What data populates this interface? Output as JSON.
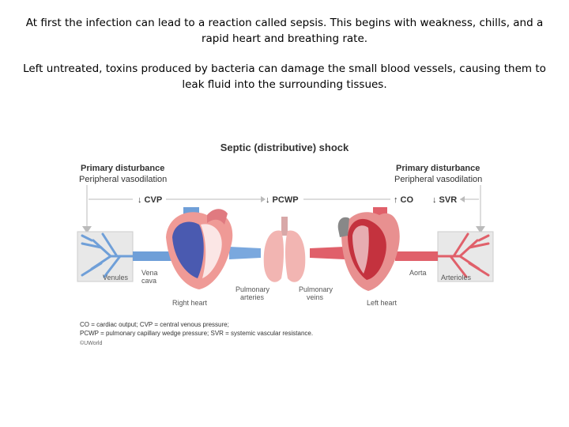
{
  "text": {
    "paragraph1": "At first the infection can lead to a reaction called sepsis. This begins with weakness, chills, and a rapid heart and breathing rate.",
    "paragraph2": "Left untreated, toxins produced by bacteria can damage the small blood vessels, causing them to leak fluid into the surrounding tissues."
  },
  "figure": {
    "title": "Septic (distributive) shock",
    "left_primary_heading": "Primary disturbance",
    "left_primary_value": "Peripheral vasodilation",
    "right_primary_heading": "Primary disturbance",
    "right_primary_value": "Peripheral vasodilation",
    "cvp": "↓ CVP",
    "pcwp": "↓ PCWP",
    "co": "↑ CO",
    "svr": "↓ SVR",
    "labels": {
      "venules": "Venules",
      "vena_cava_1": "Vena",
      "vena_cava_2": "cava",
      "right_heart": "Right heart",
      "pulmonary_arteries_1": "Pulmonary",
      "pulmonary_arteries_2": "arteries",
      "pulmonary_veins_1": "Pulmonary",
      "pulmonary_veins_2": "veins",
      "left_heart": "Left heart",
      "aorta": "Aorta",
      "arterioles": "Arterioles"
    },
    "footnote1": "CO = cardiac output; CVP = central venous pressure;",
    "footnote2": "PCWP = pulmonary capillary wedge pressure; SVR = systemic vascular resistance.",
    "copyright": "©UWorld",
    "colors": {
      "venous": "#6f9fd8",
      "arterial": "#e0606a",
      "heart_blue": "#4a5ab0",
      "heart_red": "#c4323e",
      "lung": "#f2b5b2"
    }
  }
}
